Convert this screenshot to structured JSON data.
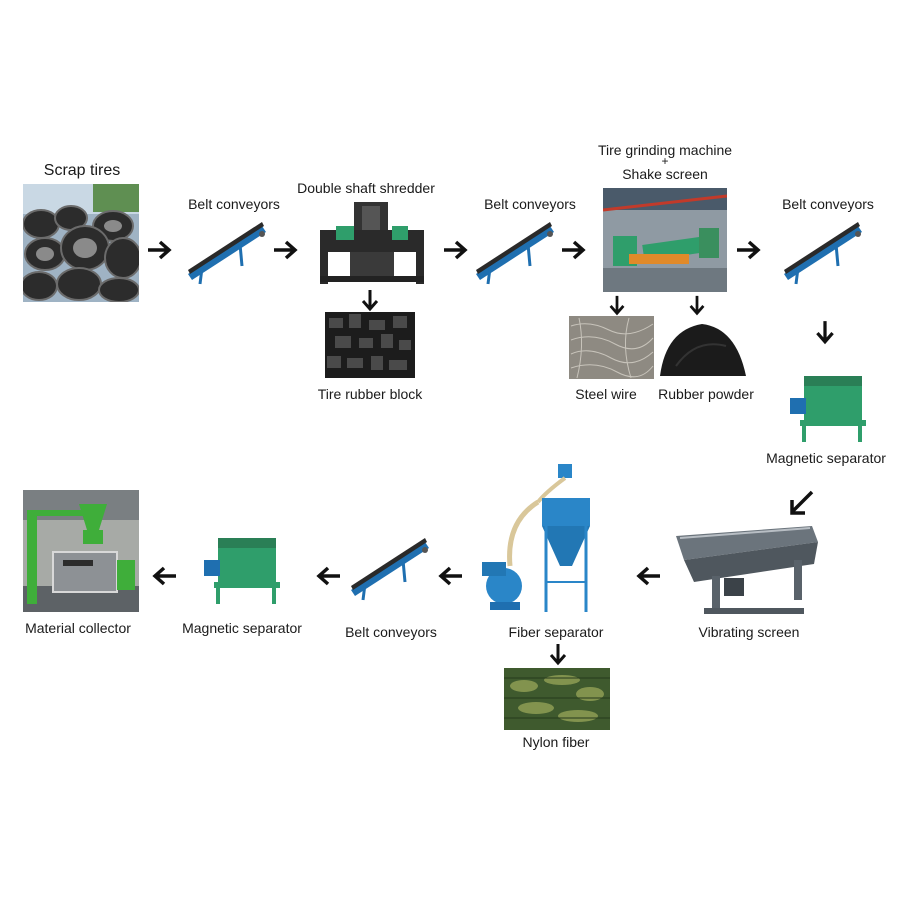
{
  "diagram": {
    "title_lines": [
      "Tire grinding machine",
      "+",
      "Shake screen"
    ],
    "nodes": {
      "scrap_tires": "Scrap tires",
      "belt_conveyors_1": "Belt conveyors",
      "double_shaft_shredder": "Double shaft shredder",
      "tire_rubber_block": "Tire rubber block",
      "belt_conveyors_2": "Belt conveyors",
      "steel_wire": "Steel wire",
      "rubber_powder": "Rubber powder",
      "belt_conveyors_3": "Belt conveyors",
      "magnetic_separator_1": "Magnetic separator",
      "vibrating_screen": "Vibrating screen",
      "fiber_separator": "Fiber separator",
      "nylon_fiber": "Nylon fiber",
      "belt_conveyors_4": "Belt conveyors",
      "magnetic_separator_2": "Magnetic separator",
      "material_collector": "Material collector"
    },
    "colors": {
      "machine_green": "#2f9e6b",
      "conveyor_blue": "#1f6fb0",
      "frame_dark": "#2a2a2a",
      "arrow": "#111111"
    }
  }
}
